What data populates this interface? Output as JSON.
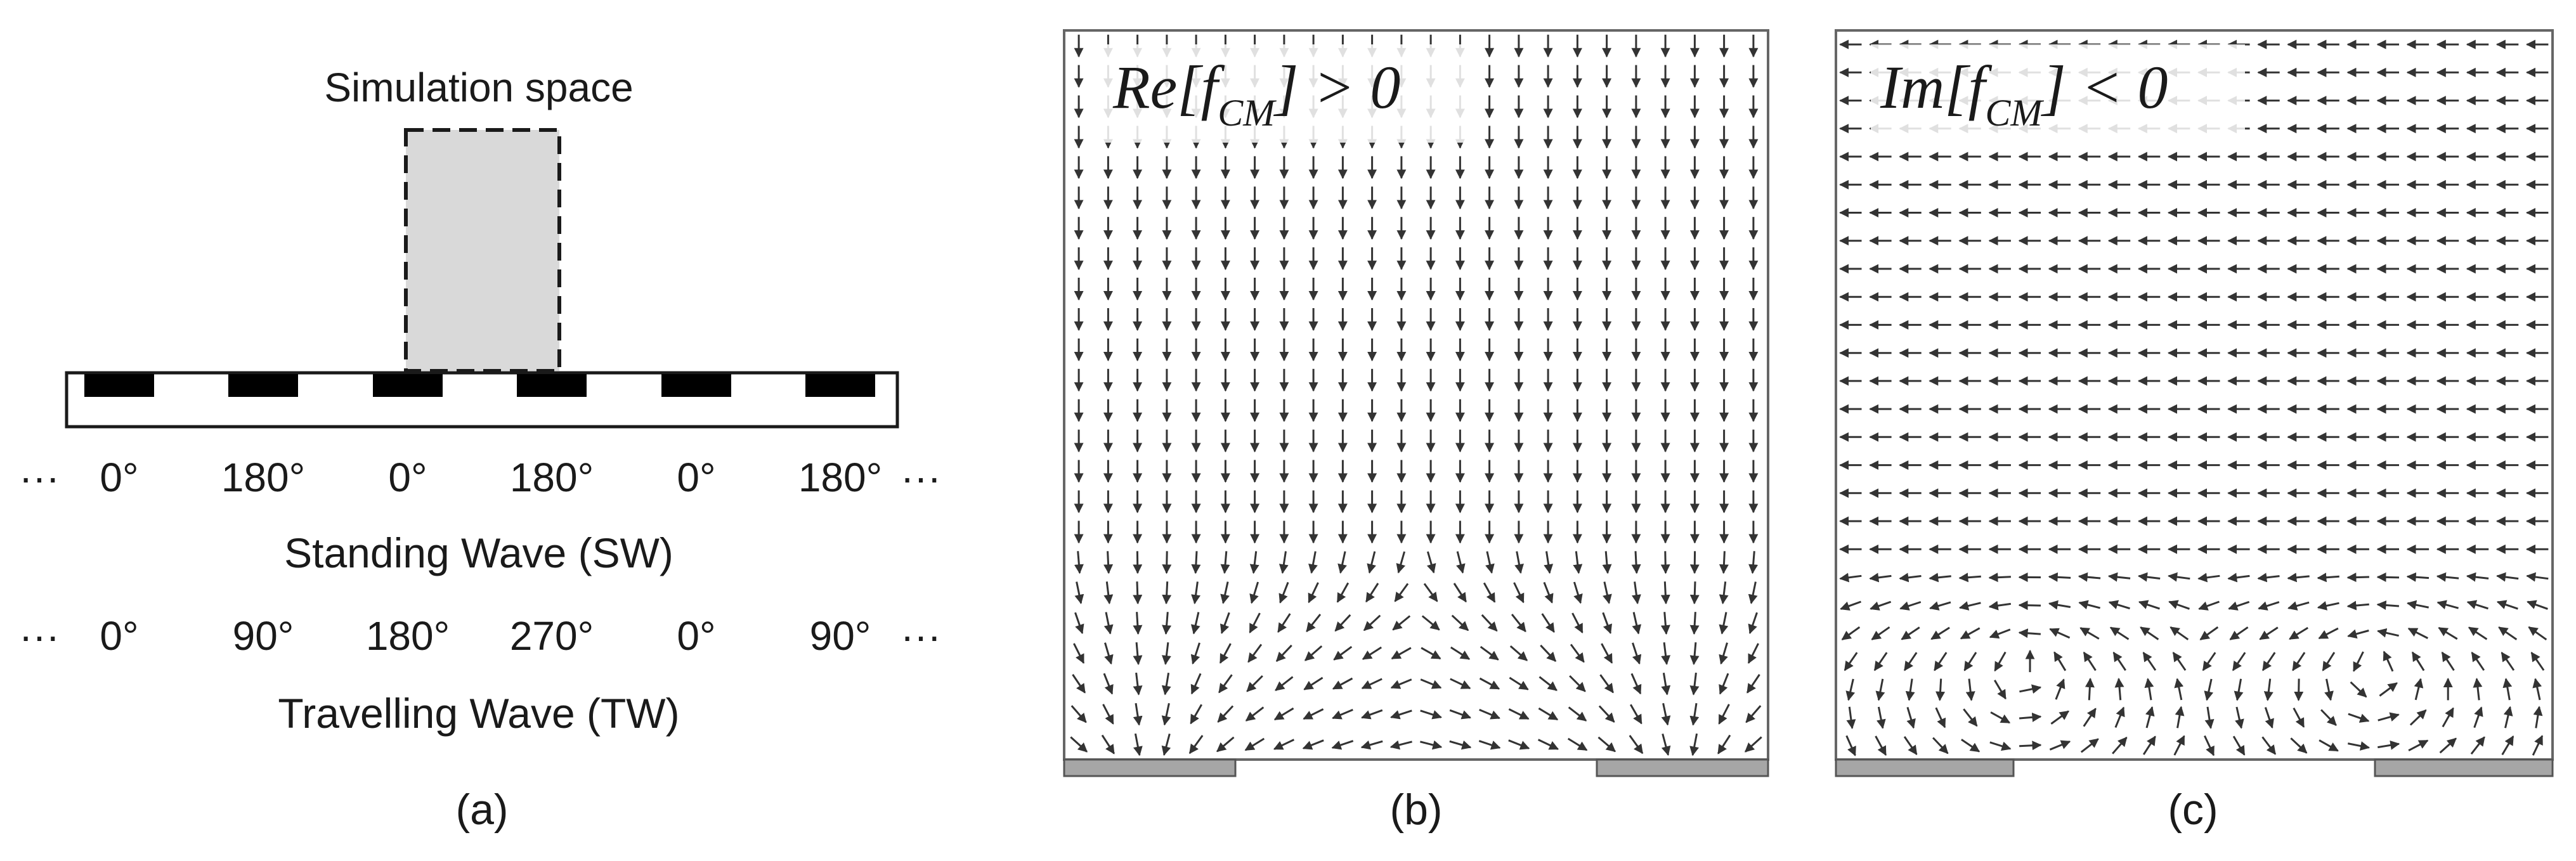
{
  "panel_a": {
    "sim_title": "Simulation space",
    "dots": "···",
    "sw_phases": [
      "0°",
      "180°",
      "0°",
      "180°",
      "0°",
      "180°"
    ],
    "sw_label": "Standing Wave (SW)",
    "tw_phases": [
      "0°",
      "90°",
      "180°",
      "270°",
      "0°",
      "90°"
    ],
    "tw_label": "Travelling Wave (TW)",
    "caption": "(a)"
  },
  "panel_b": {
    "formula_main": "Re[f",
    "formula_sub": "CM",
    "formula_rest": "] > 0",
    "caption": "(b)"
  },
  "panel_c": {
    "formula_main": "Im[f",
    "formula_sub": "CM",
    "formula_rest": "] < 0",
    "caption": "(c)"
  },
  "colors": {
    "line": "#1a1a1a",
    "electrode": "#000000",
    "sim_fill": "#d9d9d9",
    "substrate": "#a6a6a6",
    "arrow": "#333333"
  }
}
